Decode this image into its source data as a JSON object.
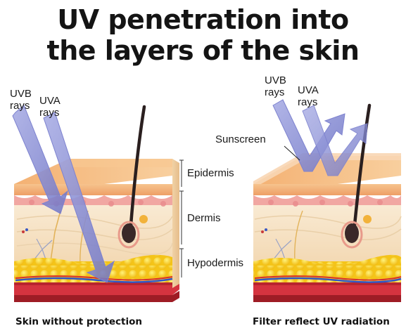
{
  "title": {
    "line1": "UV penetration into",
    "line2": "the layers of the skin"
  },
  "left_panel": {
    "ray_labels": [
      {
        "line1": "UVB",
        "line2": "rays"
      },
      {
        "line1": "UVA",
        "line2": "rays"
      }
    ],
    "layer_labels": [
      "Epidermis",
      "Dermis",
      "Hypodermis"
    ],
    "caption": "Skin without protection"
  },
  "right_panel": {
    "ray_labels": [
      {
        "line1": "UVB",
        "line2": "rays"
      },
      {
        "line1": "UVA",
        "line2": "rays"
      }
    ],
    "sunscreen_label": "Sunscreen",
    "caption": "Filter reflect UV radiation"
  },
  "colors": {
    "epidermis": "#f3b77a",
    "dermis": "#f7e3c4",
    "fat": "#f6cf25",
    "muscle": "#d5333f",
    "uv_arrow": "#8e93d3"
  }
}
